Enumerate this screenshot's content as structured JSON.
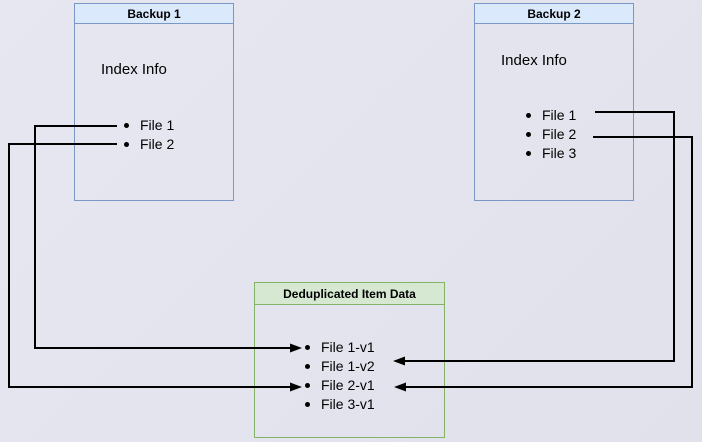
{
  "backup1": {
    "title": "Backup 1",
    "subtitle": "Index Info",
    "items": [
      "File 1",
      "File 2"
    ]
  },
  "backup2": {
    "title": "Backup 2",
    "subtitle": "Index Info",
    "items": [
      "File 1",
      "File 2",
      "File 3"
    ]
  },
  "dedup": {
    "title": "Deduplicated Item Data",
    "items": [
      "File 1-v1",
      "File 1-v2",
      "File 2-v1",
      "File 3-v1"
    ]
  },
  "connections": [
    {
      "from": "Backup 1 / File 1",
      "to": "File 1-v1",
      "enters_from": "left"
    },
    {
      "from": "Backup 1 / File 2",
      "to": "File 2-v1",
      "enters_from": "left"
    },
    {
      "from": "Backup 2 / File 1",
      "to": "File 1-v2",
      "enters_from": "right"
    },
    {
      "from": "Backup 2 / File 2",
      "to": "File 2-v1",
      "enters_from": "right"
    }
  ],
  "colors": {
    "background": "#e3e3ed",
    "blue_border": "#7b97c5",
    "blue_header_fill": "#dbe9fc",
    "green_border": "#84b366",
    "green_header_fill": "#d6e8d2",
    "line": "#000000",
    "text": "#000000"
  }
}
